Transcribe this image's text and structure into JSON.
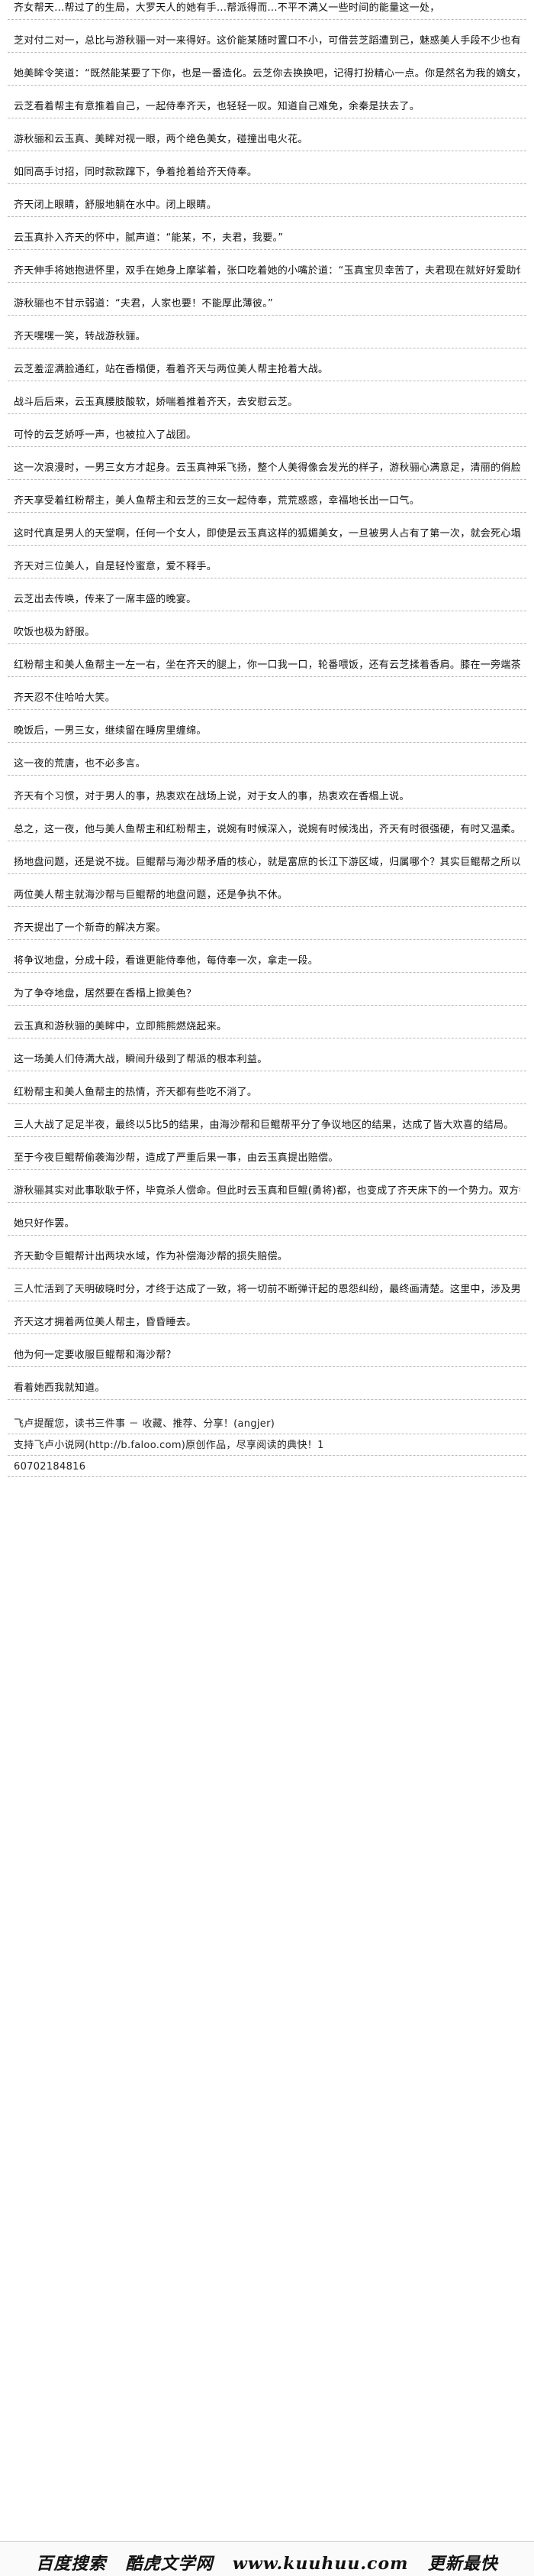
{
  "document": {
    "paragraphs": [
      [
        "齐女帮天...帮过了的生局，大罗天人的她有手...帮派得而...不平不满乂一些时间的能量这一处，"
      ],
      [
        "芝对付二对一，总比与游秋骊一对一来得好。这价能某随时置口不小，可借芸芝蹈遭到己，魅惑美人手段不少也有自己的三成动力，自己两人联手，只怕这份分会被逐惑她不知东南西北。游秋骊这区一个美女卖十，怎么斗得过自己两人？"
      ],
      [
        "她美眸令笑道：“既然能某要了下你，也是一番造化。云芝你去换换吧，记得打扮精心一点。你是然名为我的嫡女，但你知道我一直将你当做我的亲妹子。我们姐妹一起侍奉能君吧。”"
      ],
      [
        "云芝看着帮主有意推着自己，一起侍奉齐天，也轻轻一叹。知道自己难免，余秦是扶去了。"
      ],
      [
        "游秋骊和云玉真、美眸对视一眼，两个绝色美女，碰撞出电火花。"
      ],
      [
        "如同高手讨招，同时款款蹿下，争着抢着给齐天侍奉。"
      ],
      [
        "齐天闭上眼睛，舒服地躺在水中。闭上眼睛。"
      ],
      [
        "云玉真扑入齐天的怀中，腻声道：“能某，不，夫君，我要。”"
      ],
      [
        "齐天伸手将她抱进怀里，双手在她身上摩挲着，张口吃着她的小嘴於道：“玉真宝贝幸苦了，夫君现在就好好爱助你。”"
      ],
      [
        "游秋骊也不甘示弱道：“夫君，人家也要！不能厚此薄彼。”"
      ],
      [
        "齐天嘿嘿一笑，转战游秋骊。"
      ],
      [
        "云芝羞涩满脸通红，站在香榻便，看着齐天与两位美人帮主抢着大战。"
      ],
      [
        "战斗后后来，云玉真腰肢酸软，娇喘着推着齐天，去安慰云芝。"
      ],
      [
        "可怜的云芝娇呼一声，也被拉入了战团。"
      ],
      [
        "这一次浪漫时，一男三女方才起身。云玉真神采飞扬，整个人美得像会发光的样子，游秋骊心满意足，清丽的俏脸露出甜甜的笑意。云芝要是竞羞，体贴按摩侍奉齐天，如同最温柔的小妻子一般。"
      ],
      [
        "齐天享受着红粉帮主，美人鱼帮主和云芝的三女一起侍奉，荒荒惑惑，幸福地长出一口气。"
      ],
      [
        "这时代真是男人的天堂啊，任何一个女人，即使是云玉真这样的狐媚美女，一旦被男人占有了第一次，就会死心塌地，各种挖心也黑，贴心侍奉男人，大提升男人的幸福指数了。"
      ],
      [
        "齐天对三位美人，自是轻怜蜜意，爱不释手。"
      ],
      [
        "云芝出去传唤，传来了一席丰盛的晚宴。"
      ],
      [
        "吹饭也极为舒服。"
      ],
      [
        "红粉帮主和美人鱼帮主一左一右，坐在齐天的腿上，你一口我一口，轮番喂饭，还有云芝揉着香肩。膝在一旁端茶倒水。"
      ],
      [
        "齐天忍不住哈哈大笑。"
      ],
      [
        "晚饭后，一男三女，继续留在睡房里缠绵。"
      ],
      [
        "这一夜的荒唐，也不必多言。"
      ],
      [
        "齐天有个习惯，对于男人的事，热衷欢在战场上说，对于女人的事，热衷欢在香榻上说。"
      ],
      [
        "总之，这一夜，他与美人鱼帮主和红粉帮主，说婉有时候深入，说婉有时候浅出，齐天有时很强硬，有时又温柔。红粉帮主和美人鱼帮主在齐天强大的压力下，终于化干戈为玉帛，化腐气为和气，化仇敌为姐妹。"
      ],
      [
        "扬地盘问题，还是说不拢。巨鲲帮与海沙帮矛盾的核心，就是富庶的长江下游区域，归属哪个？其实巨鲲帮之所以对海沙帮动手，也是因为争夺地盘。"
      ],
      [
        "两位美人帮主就海沙帮与巨鲲帮的地盘问题，还是争执不休。"
      ],
      [
        "齐天提出了一个新奇的解决方案。"
      ],
      [
        "将争议地盘，分成十段，看谁更能侍奉他，每侍奉一次，拿走一段。"
      ],
      [
        "为了争夺地盘，居然要在香榻上掀美色？"
      ],
      [
        "云玉真和游秋骊的美眸中，立即熊熊燃烧起来。"
      ],
      [
        "这一场美人们侍满大战，瞬间升级到了帮派的根本利益。"
      ],
      [
        "红粉帮主和美人鱼帮主的热情，齐天都有些吃不消了。"
      ],
      [
        "三人大战了足足半夜，最终以5比5的结果，由海沙帮和巨鲲帮平分了争议地区的结果，达成了皆大欢喜的结局。"
      ],
      [
        "至于今夜巨鲲帮偷袭海沙帮，造成了严重后果一事，由云玉真提出赔偿。"
      ],
      [
        "游秋骊其实对此事耿耿于怀，毕竟杀人偿命。但此时云玉真和巨鲲(勇将)都，也变成了齐天床下的一个势力。双方都是一个丈夫，两女身上都是一个男人，再嫌嫌不休，只怕会惹恼了齐天。"
      ],
      [
        "她只好作罢。"
      ],
      [
        "齐天勤令巨鲲帮计出两块水域，作为补偿海沙帮的损失赔偿。"
      ],
      [
        "三人忙活到了天明破晓时分，才终于达成了一致，将一切前不断弹讦起的恩怨纠纷，最终画清楚。这里中，涉及男女情战，涉及勾心斗角，需的香榻上一塌糊涂，总算是解决干净了。"
      ],
      [
        "齐天这才拥着两位美人帮主，昏昏睡去。"
      ],
      [
        "他为何一定要收服巨鲲帮和海沙帮？"
      ],
      [
        "看着她西我就知道。"
      ]
    ],
    "footer": {
      "notice": "飞卢提醒您，读书三件事 － 收藏、推荐、分享！(angjer)",
      "support": "支持飞卢小说网(http://b.faloo.com)原创作品，尽享阅读的典快！1",
      "code": "60702184816",
      "brand_left": "百度搜索",
      "brand_mid": "酷虎文学网",
      "brand_url": "www.kuuhuu.com",
      "brand_right": "更新最快"
    }
  }
}
